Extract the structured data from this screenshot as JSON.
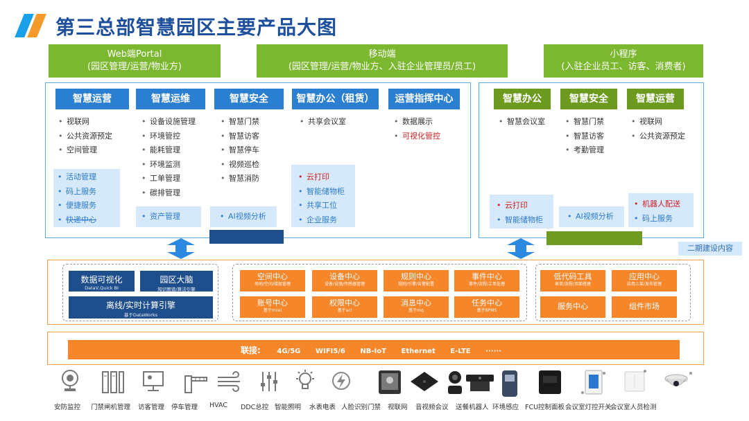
{
  "title": "第三总部智慧园区主要产品大图",
  "headers": {
    "web": {
      "line1": "Web端Portal",
      "line2": "(园区管理/运营/物业方)"
    },
    "mobile": {
      "line1": "移动端",
      "line2": "(园区管理/运营/物业方、入驻企业管理员/员工)"
    },
    "mini": {
      "line1": "小程序",
      "line2": "(入驻企业员工、访客、消费者)"
    }
  },
  "left_panel": {
    "columns": [
      {
        "title": "智慧运营",
        "items": [
          "视联网",
          "公共资源预定",
          "空间管理"
        ],
        "extra": [
          "活动管理",
          "码上服务",
          "便捷服务",
          "快递中心"
        ]
      },
      {
        "title": "智慧运维",
        "items": [
          "设备设施管理",
          "环境管控",
          "能耗管理",
          "环境监测",
          "工单管理",
          "碳排管理"
        ],
        "extra": [
          "资产管理"
        ]
      },
      {
        "title": "智慧安全",
        "items": [
          "智慧门禁",
          "智慧访客",
          "智慧停车",
          "视频巡检",
          "智慧消防"
        ],
        "extra": [
          "AI视频分析"
        ]
      },
      {
        "title": "智慧办公（租赁）",
        "items": [
          "共享会议室"
        ],
        "extra": [
          "云打印",
          "智能储物柜",
          "共享工位",
          "企业服务"
        ]
      },
      {
        "title": "运营指挥中心",
        "items": [
          "数据展示",
          "可视化管控"
        ],
        "extra": []
      }
    ]
  },
  "right_panel": {
    "columns": [
      {
        "title": "智慧办公",
        "items": [
          "智慧会议室"
        ],
        "extra": [
          "云打印",
          "智能储物柜"
        ]
      },
      {
        "title": "智慧安全",
        "items": [
          "智慧门禁",
          "智慧访客",
          "考勤管理"
        ],
        "extra": [
          "AI视频分析"
        ]
      },
      {
        "title": "智慧运营",
        "items": [
          "视联网",
          "公共资源预定"
        ],
        "extra": [
          "机器人配送",
          "码上服务"
        ]
      }
    ]
  },
  "phase2_label": "二期建设内容",
  "platform": {
    "data": [
      {
        "title": "数据可视化",
        "sub": "DataV,Quick BI"
      },
      {
        "title": "园区大脑",
        "sub": "知识图谱/算法引擎"
      },
      {
        "title": "离线/实时计算引擎",
        "sub": "基于DataWorks"
      }
    ],
    "centers": [
      {
        "title": "空间中心",
        "sub": "场地/空间/楼层管理"
      },
      {
        "title": "设备中心",
        "sub": "设备/设施/传感器管理"
      },
      {
        "title": "规则中心",
        "sub": "规则/引擎/告警配置"
      },
      {
        "title": "事件中心",
        "sub": "事件/流程/工单处理"
      },
      {
        "title": "账号中心",
        "sub": "基于mcel"
      },
      {
        "title": "权限中心",
        "sub": "基于acl"
      },
      {
        "title": "消息中心",
        "sub": "基于mq"
      },
      {
        "title": "任务中心",
        "sub": "基于BPMS"
      }
    ],
    "tools": [
      {
        "title": "低代码工具",
        "sub": "表单/流程/页面搭建"
      },
      {
        "title": "应用中心",
        "sub": "应用上架/发布管理"
      },
      {
        "title": "服务中心",
        "sub": ""
      },
      {
        "title": "组件市场",
        "sub": ""
      }
    ]
  },
  "connectivity": {
    "label": "联接:",
    "protocols": [
      "4G/5G",
      "WIFI5/6",
      "NB-IoT",
      "Ethernet",
      "E-LTE",
      "······"
    ]
  },
  "devices": [
    "安防监控",
    "门禁闸机管理",
    "访客管理",
    "停车管理",
    "HVAC",
    "DDC总控",
    "智能照明",
    "水表电表",
    "人脸识别门禁",
    "视联网",
    "音视频会议",
    "送餐机器人",
    "环境感应",
    "FCU控制面板",
    "会议室灯控开关",
    "会议室人员检测"
  ],
  "colors": {
    "title": "#1d4f9c",
    "green": "#7cb82f",
    "blue": "#2b7fd1",
    "navy": "#1f4e8c",
    "orange": "#f5862a",
    "light_blue": "#d6e9fa",
    "red": "#d02020"
  }
}
